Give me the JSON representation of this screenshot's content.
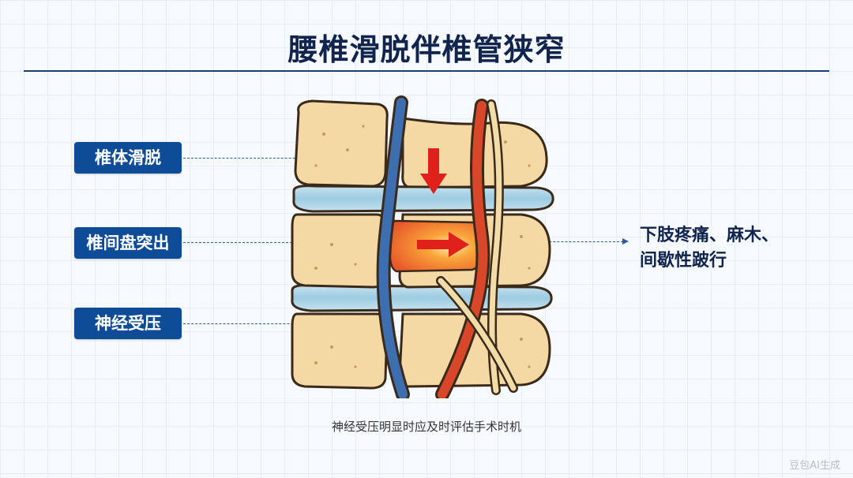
{
  "title": "腰椎滑脱伴椎管狭窄",
  "labels": {
    "vertebra_slip": "椎体滑脱",
    "disc_herniation": "椎间盘突出",
    "nerve_compression": "神经受压"
  },
  "symptom": {
    "line1": "下肢疼痛、麻木、",
    "line2": "间歇性跛行"
  },
  "caption": "神经受压明显时应及时评估手术时机",
  "watermark": "豆包AI生成",
  "colors": {
    "label_bg": "#0e4c97",
    "title": "#10244d",
    "bone": "#f4d9a4",
    "disc": "#a9d3e6",
    "nerve_blue": "#3d6fb0",
    "nerve_red": "#d9472b",
    "alert_arrow": "#e0201b"
  },
  "icons": {
    "compression_arrow": "down-arrow-icon",
    "herniation_arrow": "right-arrow-icon"
  }
}
